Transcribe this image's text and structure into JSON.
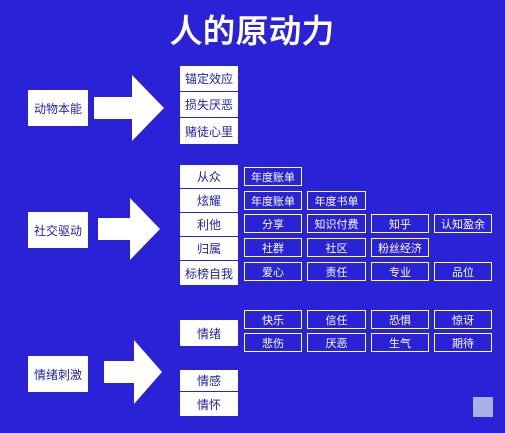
{
  "title": "人的原动力",
  "sections": {
    "animal": {
      "label": "动物本能",
      "items": [
        "锚定效应",
        "损失厌恶",
        "赌徒心里"
      ]
    },
    "social": {
      "label": "社交驱动",
      "rows": [
        {
          "label": "从众",
          "tags": [
            "年度账单"
          ]
        },
        {
          "label": "炫耀",
          "tags": [
            "年度账单",
            "年度书单"
          ]
        },
        {
          "label": "利他",
          "tags": [
            "分享",
            "知识付费",
            "知乎",
            "认知盈余"
          ]
        },
        {
          "label": "归属",
          "tags": [
            "社群",
            "社区",
            "粉丝经济"
          ]
        },
        {
          "label": "标榜自我",
          "tags": [
            "爱心",
            "责任",
            "专业",
            "品位"
          ]
        }
      ]
    },
    "emotion": {
      "label": "情绪刺激",
      "mood_label": "情绪",
      "mood_tags_row1": [
        "快乐",
        "信任",
        "恐惧",
        "惊讶"
      ],
      "mood_tags_row2": [
        "悲伤",
        "厌恶",
        "生气",
        "期待"
      ],
      "others": [
        "情感",
        "情怀"
      ]
    }
  },
  "colors": {
    "background": "#2a22d6",
    "box": "#ffffff",
    "text_dark": "#2222aa",
    "corner_square": "#a9b2e8"
  }
}
